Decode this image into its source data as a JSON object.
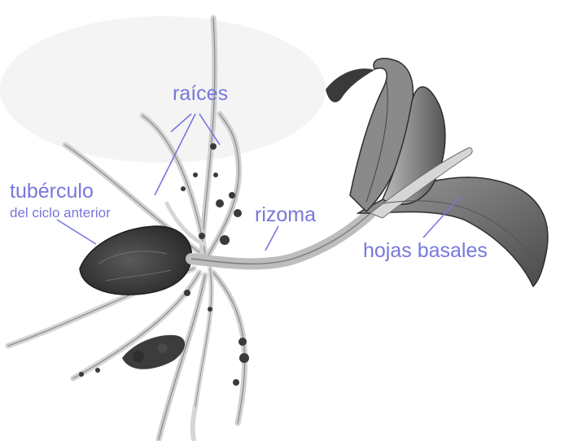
{
  "labels": {
    "raices": "raíces",
    "tuberculo": "tubérculo",
    "tuberculo_sub": "del ciclo anterior",
    "rizoma": "rizoma",
    "hojas_basales": "hojas basales"
  },
  "colors": {
    "label": "#7777dd",
    "background": "#ffffff",
    "plant_dark": "#3a3a3a",
    "plant_mid": "#7a7a7a",
    "plant_light": "#d8d8d8"
  }
}
